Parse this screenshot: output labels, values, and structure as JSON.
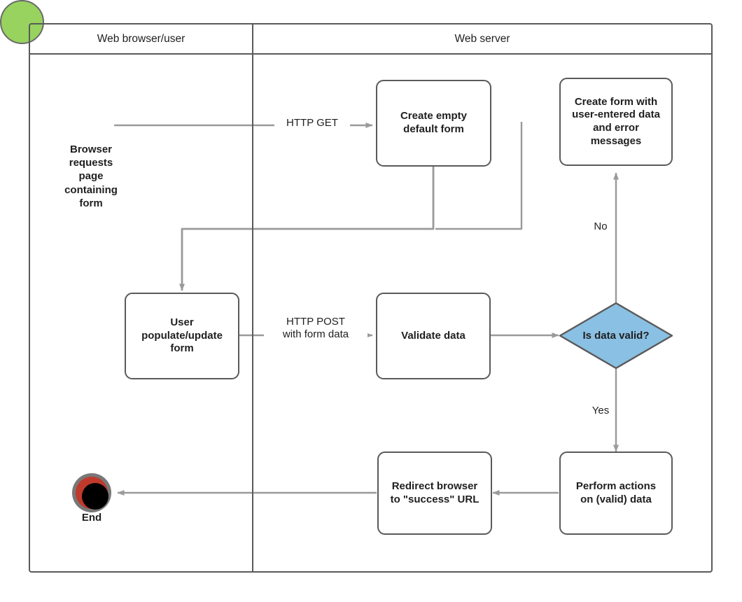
{
  "diagram": {
    "title": "Form handling flow",
    "colors": {
      "start_fill": "#97D35E",
      "decision_fill": "#8AC0E3",
      "node_stroke": "#5a5a5a",
      "edge_stroke": "#9a9a9a",
      "end_ring": "#C0392B",
      "end_core": "#000000"
    }
  },
  "lanes": [
    {
      "id": "browser",
      "label": "Web browser/user"
    },
    {
      "id": "server",
      "label": "Web server"
    }
  ],
  "nodes": {
    "start": {
      "label": "Browser\nrequests\npage\ncontaining\nform",
      "shape": "start-circle"
    },
    "create_empty": {
      "label": "Create empty\ndefault form",
      "shape": "process"
    },
    "create_error": {
      "label": "Create form with\nuser-entered data\nand error\nmessages",
      "shape": "process"
    },
    "user_populate": {
      "label": "User\npopulate/update\nform",
      "shape": "process"
    },
    "validate": {
      "label": "Validate data",
      "shape": "process"
    },
    "is_valid": {
      "label": "Is data valid?",
      "shape": "decision"
    },
    "perform_actions": {
      "label": "Perform actions\non (valid) data",
      "shape": "process"
    },
    "redirect": {
      "label": "Redirect browser\nto \"success\" URL",
      "shape": "process"
    },
    "end": {
      "label": "End",
      "shape": "end-circle"
    }
  },
  "edge_labels": {
    "http_get": "HTTP GET",
    "http_post": "HTTP POST\nwith form data",
    "no": "No",
    "yes": "Yes"
  }
}
